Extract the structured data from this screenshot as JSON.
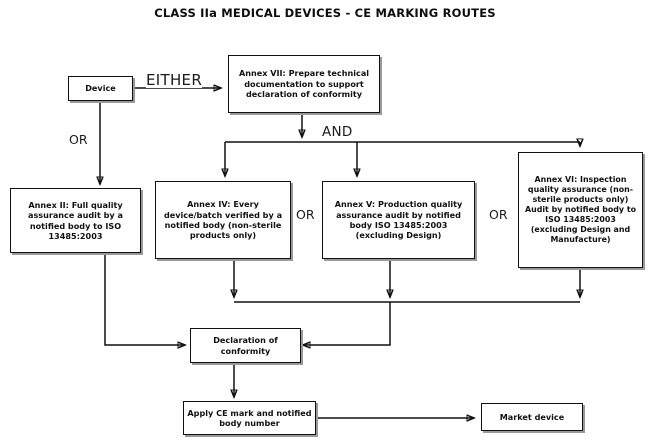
{
  "title": "CLASS IIa MEDICAL DEVICES - CE MARKING ROUTES",
  "diagram": {
    "type": "flowchart",
    "background_color": "#ffffff",
    "line_color": "#111111",
    "box_border_color": "#111111",
    "nodes": [
      {
        "id": "device",
        "label": "Device"
      },
      {
        "id": "annex7",
        "label": "Annex VII: Prepare technical documentation to support declaration of conformity"
      },
      {
        "id": "annex2",
        "label": "Annex II: Full quality assurance audit by a notified body to ISO 13485:2003"
      },
      {
        "id": "annex4",
        "label": "Annex IV: Every device/batch verified by a notified body (non-sterile products only)"
      },
      {
        "id": "annex5",
        "label": "Annex V: Production quality assurance audit by notified body ISO 13485:2003 (excluding Design)"
      },
      {
        "id": "annex6",
        "label": "Annex VI: Inspection quality assurance (non-sterile products only) Audit by notified body to ISO 13485:2003 (excluding Design and Manufacture)"
      },
      {
        "id": "declaration",
        "label": "Declaration of conformity"
      },
      {
        "id": "cemark",
        "label": "Apply CE mark and notified body number"
      },
      {
        "id": "market",
        "label": "Market device"
      }
    ],
    "connector_labels": {
      "either": "EITHER",
      "or_left": "OR",
      "and": "AND",
      "or_mid": "OR",
      "or_right": "OR"
    }
  }
}
